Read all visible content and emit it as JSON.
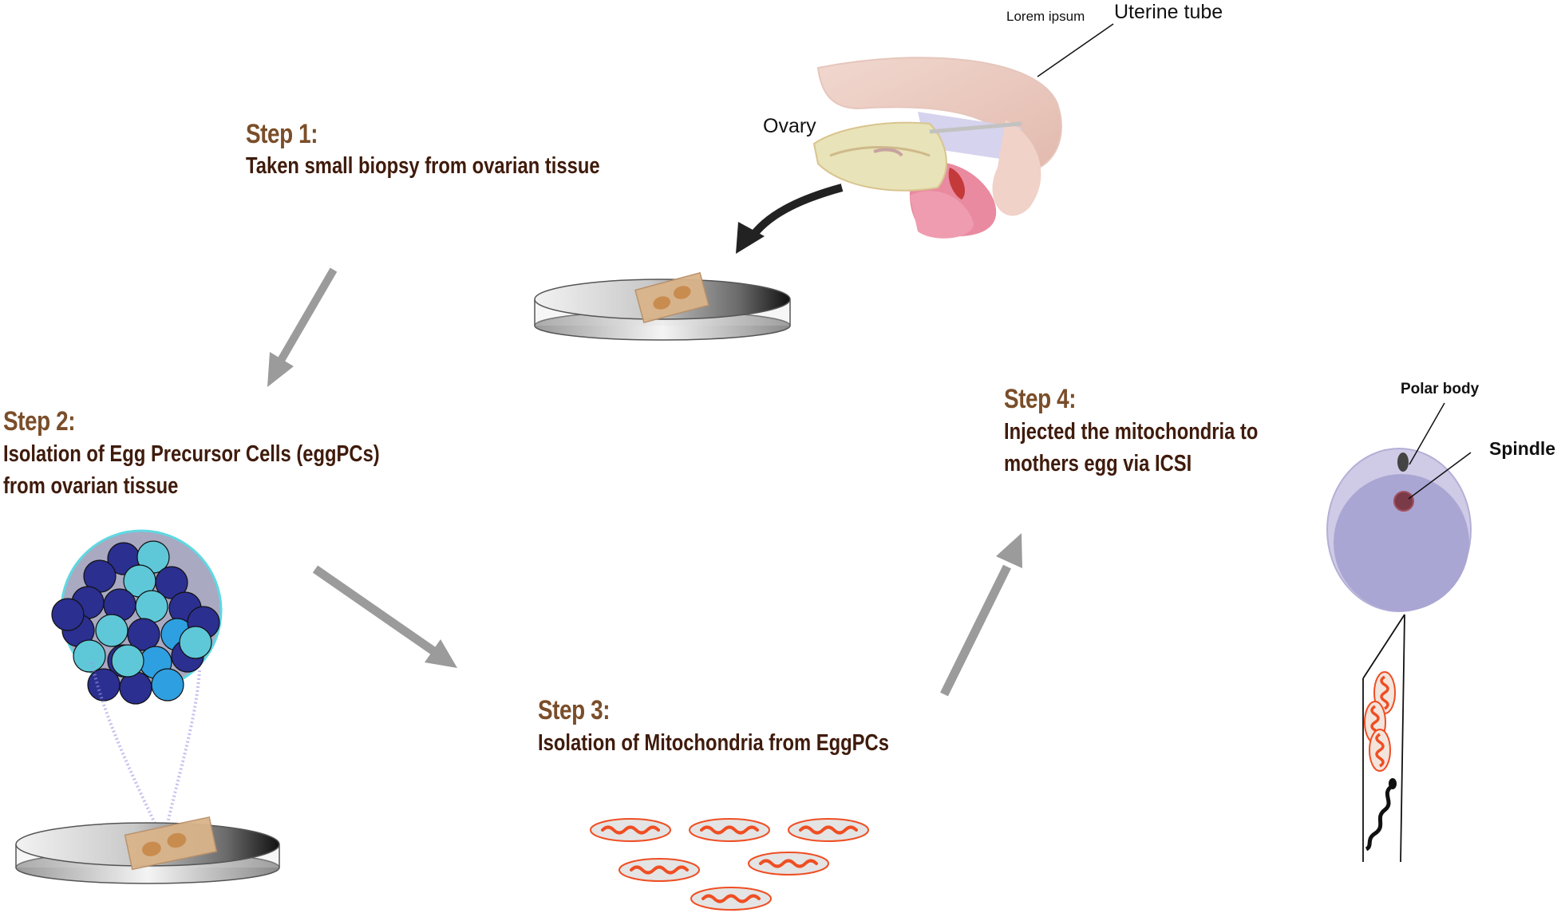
{
  "steps": [
    {
      "title": "Step 1:",
      "description": "Taken small biopsy from ovarian tissue"
    },
    {
      "title": "Step 2:",
      "description_line1": "Isolation of Egg Precursor Cells (eggPCs)",
      "description_line2": "from ovarian tissue"
    },
    {
      "title": "Step 3:",
      "description": "Isolation of Mitochondria from EggPCs"
    },
    {
      "title": "Step 4:",
      "description_line1": "Injected the mitochondria to",
      "description_line2": "mothers egg via ICSI"
    }
  ],
  "labels": {
    "lorem": "Lorem ipsum",
    "uterine_tube": "Uterine tube",
    "ovary": "Ovary",
    "polar_body": "Polar body",
    "spindle": "Spindle"
  },
  "colors": {
    "step_title": "#7a4e2a",
    "step_text": "#3f1b0c",
    "flow_arrow": "#9b9b9b",
    "mitochondria": "#ef4e23",
    "egg": "#a9a6d3",
    "cell_dark": "#2b2f8f",
    "cell_light": "#5ec8d8"
  }
}
